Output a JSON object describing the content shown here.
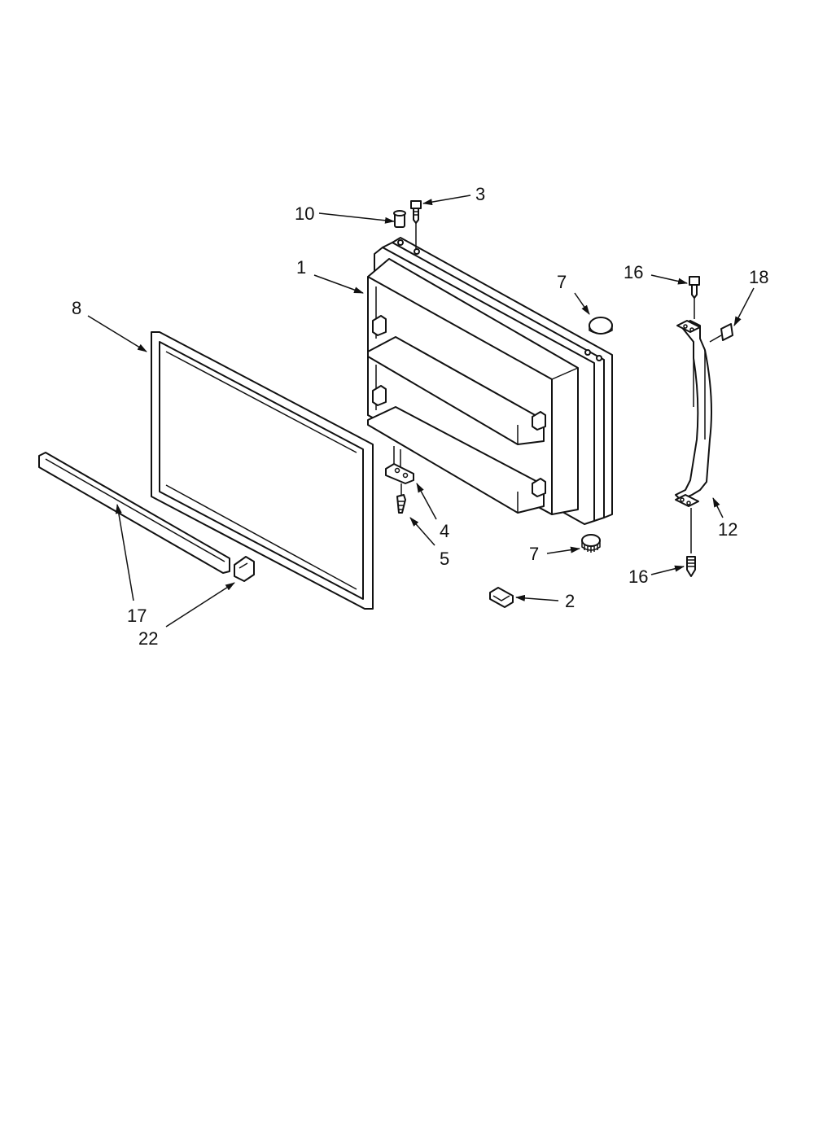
{
  "diagram": {
    "callouts": {
      "c1": "1",
      "c2": "2",
      "c3": "3",
      "c4": "4",
      "c5": "5",
      "c7a": "7",
      "c7b": "7",
      "c8": "8",
      "c10": "10",
      "c12": "12",
      "c16a": "16",
      "c16b": "16",
      "c17": "17",
      "c18": "18",
      "c22": "22"
    }
  }
}
